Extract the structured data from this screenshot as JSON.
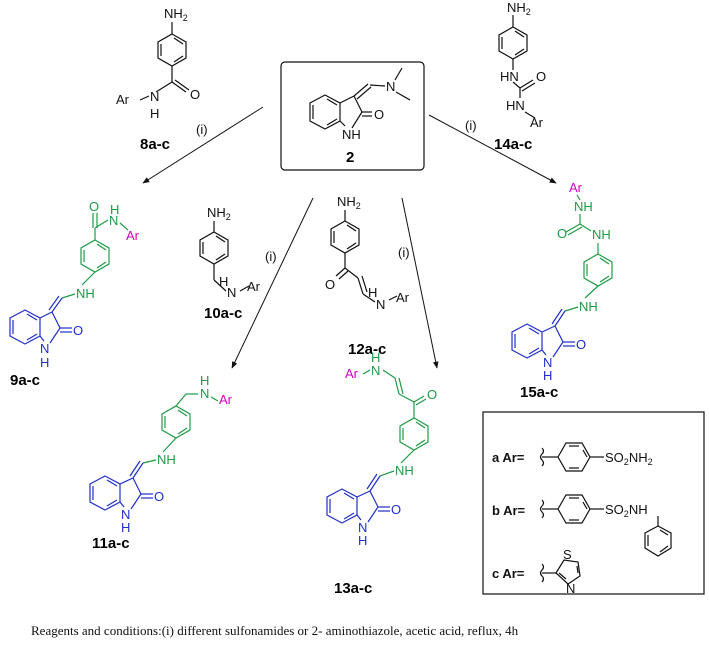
{
  "labels": {
    "c2": "2",
    "c8": "8a-c",
    "c9": "9a-c",
    "c10": "10a-c",
    "c11": "11a-c",
    "c12": "12a-c",
    "c13": "13a-c",
    "c14": "14a-c",
    "c15": "15a-c"
  },
  "reaction_step": "(i)",
  "atoms": {
    "nh2": "NH",
    "nh2_sub": "2",
    "nh": "NH",
    "n": "N",
    "h": "H",
    "hn": "HN",
    "o": "O",
    "ar": "Ar"
  },
  "legend": {
    "a_label": "a Ar=",
    "a_group": "SO",
    "a_group_sub": "2",
    "a_group_end": "NH",
    "a_group_end_sub": "2",
    "b_label": "b Ar=",
    "b_group": "SO",
    "b_group_sub": "2",
    "b_group_end": "NH",
    "c_label": "c Ar=",
    "thiazole_s": "S",
    "thiazole_n": "N"
  },
  "conditions": "Reagents and conditions:(i) different sulfonamides or 2- aminothiazole, acetic acid, reflux, 4h",
  "colors": {
    "core": "#1f2fc8",
    "linker": "#1e9b45",
    "aryl": "#d400c8",
    "bond": "#111111"
  }
}
